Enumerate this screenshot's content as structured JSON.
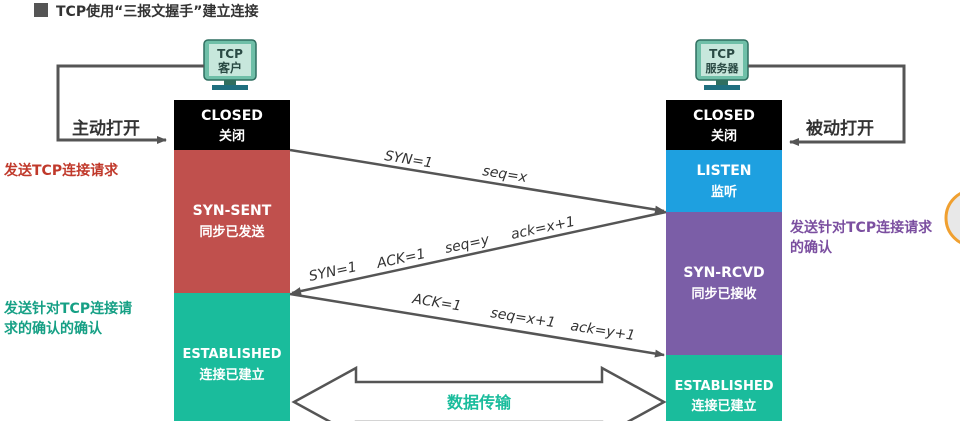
{
  "title": "TCP使用“三报文握手”建立连接",
  "colors": {
    "black": "#000000",
    "syn_sent": "#c0504d",
    "established": "#1abc9c",
    "listen": "#1ea0e0",
    "syn_rcvd": "#7b5ea7",
    "red_text": "#c0392b",
    "teal_text": "#16a085",
    "purple_text": "#7b4fa0",
    "arrow": "#555555",
    "icon_body": "#6fbfa8",
    "icon_screen": "#c7e7dc"
  },
  "client": {
    "icon_label_line1": "TCP",
    "icon_label_line2": "客户",
    "active_open": "主动打开",
    "annot_send_request": "发送TCP连接请求",
    "annot_send_ack_line1": "发送针对TCP连接请",
    "annot_send_ack_line2": "求的确认的确认",
    "states": [
      {
        "name": "CLOSED",
        "sub": "关闭",
        "color": "black"
      },
      {
        "name": "SYN-SENT",
        "sub": "同步已发送",
        "color": "syn_sent"
      },
      {
        "name": "ESTABLISHED",
        "sub": "连接已建立",
        "color": "established"
      }
    ]
  },
  "server": {
    "icon_label_line1": "TCP",
    "icon_label_line2": "服务器",
    "passive_open": "被动打开",
    "annot_ack_line1": "发送针对TCP连接请求",
    "annot_ack_line2": "的确认",
    "states": [
      {
        "name": "CLOSED",
        "sub": "关闭",
        "color": "black"
      },
      {
        "name": "LISTEN",
        "sub": "监听",
        "color": "listen"
      },
      {
        "name": "SYN-RCVD",
        "sub": "同步已接收",
        "color": "syn_rcvd"
      },
      {
        "name": "ESTABLISHED",
        "sub": "连接已建立",
        "color": "established"
      }
    ]
  },
  "messages": {
    "msg1": {
      "syn": "SYN=1",
      "seq": "seq=x"
    },
    "msg2": {
      "syn": "SYN=1",
      "ack": "ACK=1",
      "seq": "seq=y",
      "acknum": "ack=x+1"
    },
    "msg3": {
      "ack": "ACK=1",
      "seq": "seq=x+1",
      "acknum": "ack=y+1"
    }
  },
  "data_transfer": "数据传输"
}
